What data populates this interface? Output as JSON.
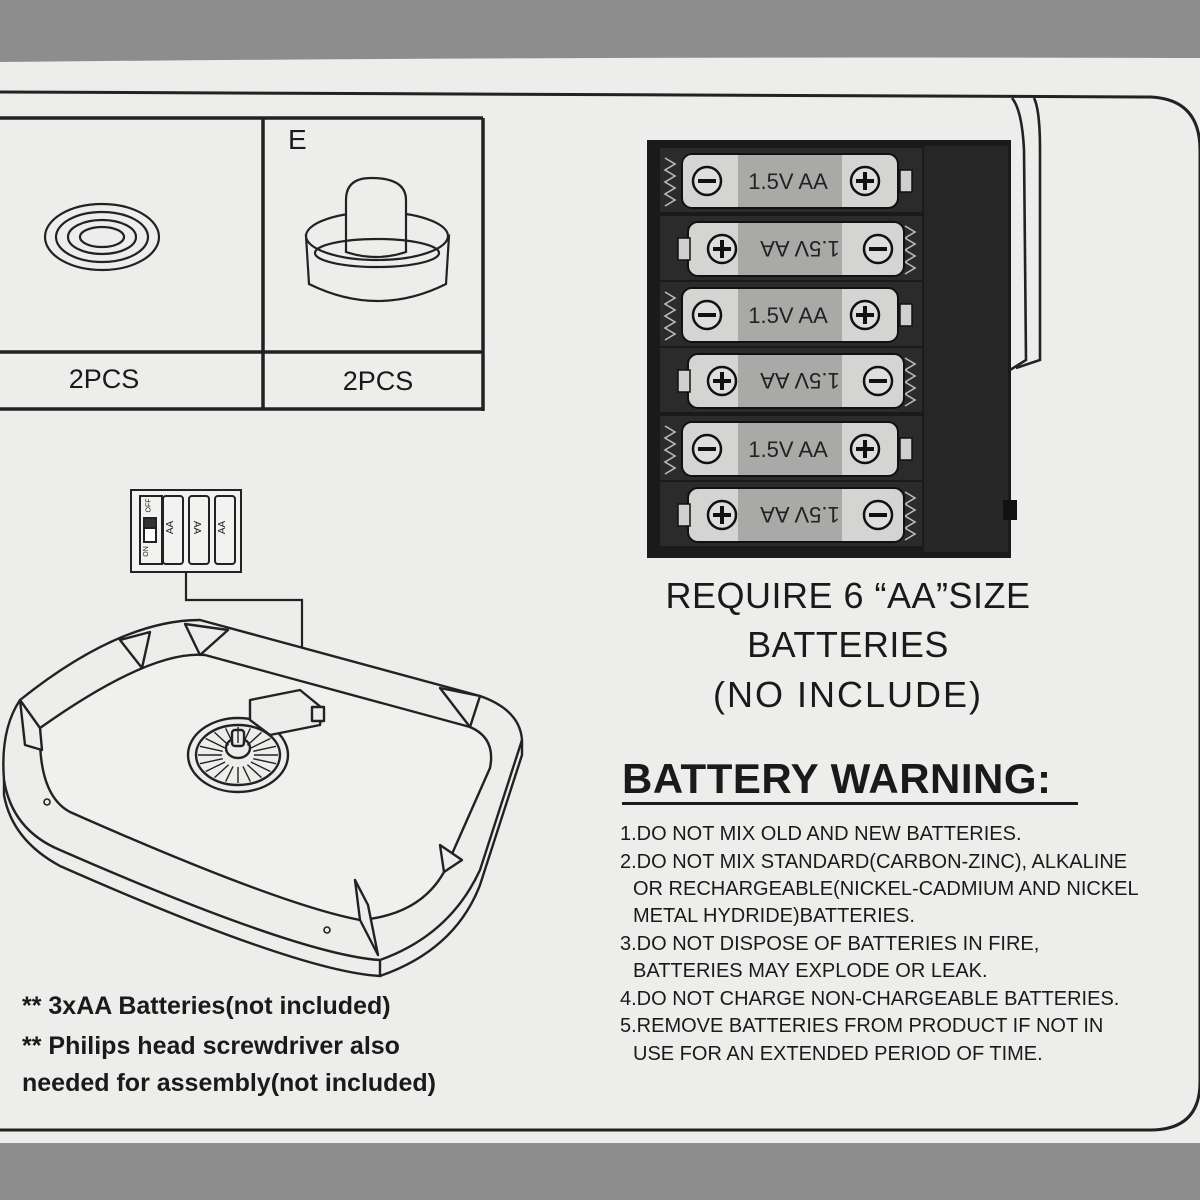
{
  "parts": {
    "left_qty": "2PCS",
    "e_letter": "E",
    "e_qty": "2PCS"
  },
  "battery_pack": {
    "cell_label": "1.5V AA",
    "switch_on": "ON",
    "switch_off": "OFF",
    "small_cell_label": "AA"
  },
  "requirement": {
    "line1": "REQUIRE 6 “AA”SIZE",
    "line2": "BATTERIES",
    "line3": "(NO INCLUDE)"
  },
  "warning": {
    "title": "BATTERY WARNING:",
    "lines": [
      "1.DO NOT MIX OLD AND NEW BATTERIES.",
      "2.DO NOT MIX STANDARD(CARBON-ZINC), ALKALINE",
      "OR RECHARGEABLE(NICKEL-CADMIUM AND NICKEL",
      "METAL HYDRIDE)BATTERIES.",
      "3.DO NOT DISPOSE OF BATTERIES IN FIRE,",
      "BATTERIES MAY EXPLODE OR LEAK.",
      "4.DO NOT CHARGE NON-CHARGEABLE BATTERIES.",
      "5.REMOVE BATTERIES FROM PRODUCT IF NOT IN",
      "USE FOR AN EXTENDED PERIOD OF TIME."
    ]
  },
  "notes": {
    "line1": "** 3xAA Batteries(not included)",
    "line2": "** Philips head screwdriver also",
    "line3": "needed for assembly(not included)"
  }
}
